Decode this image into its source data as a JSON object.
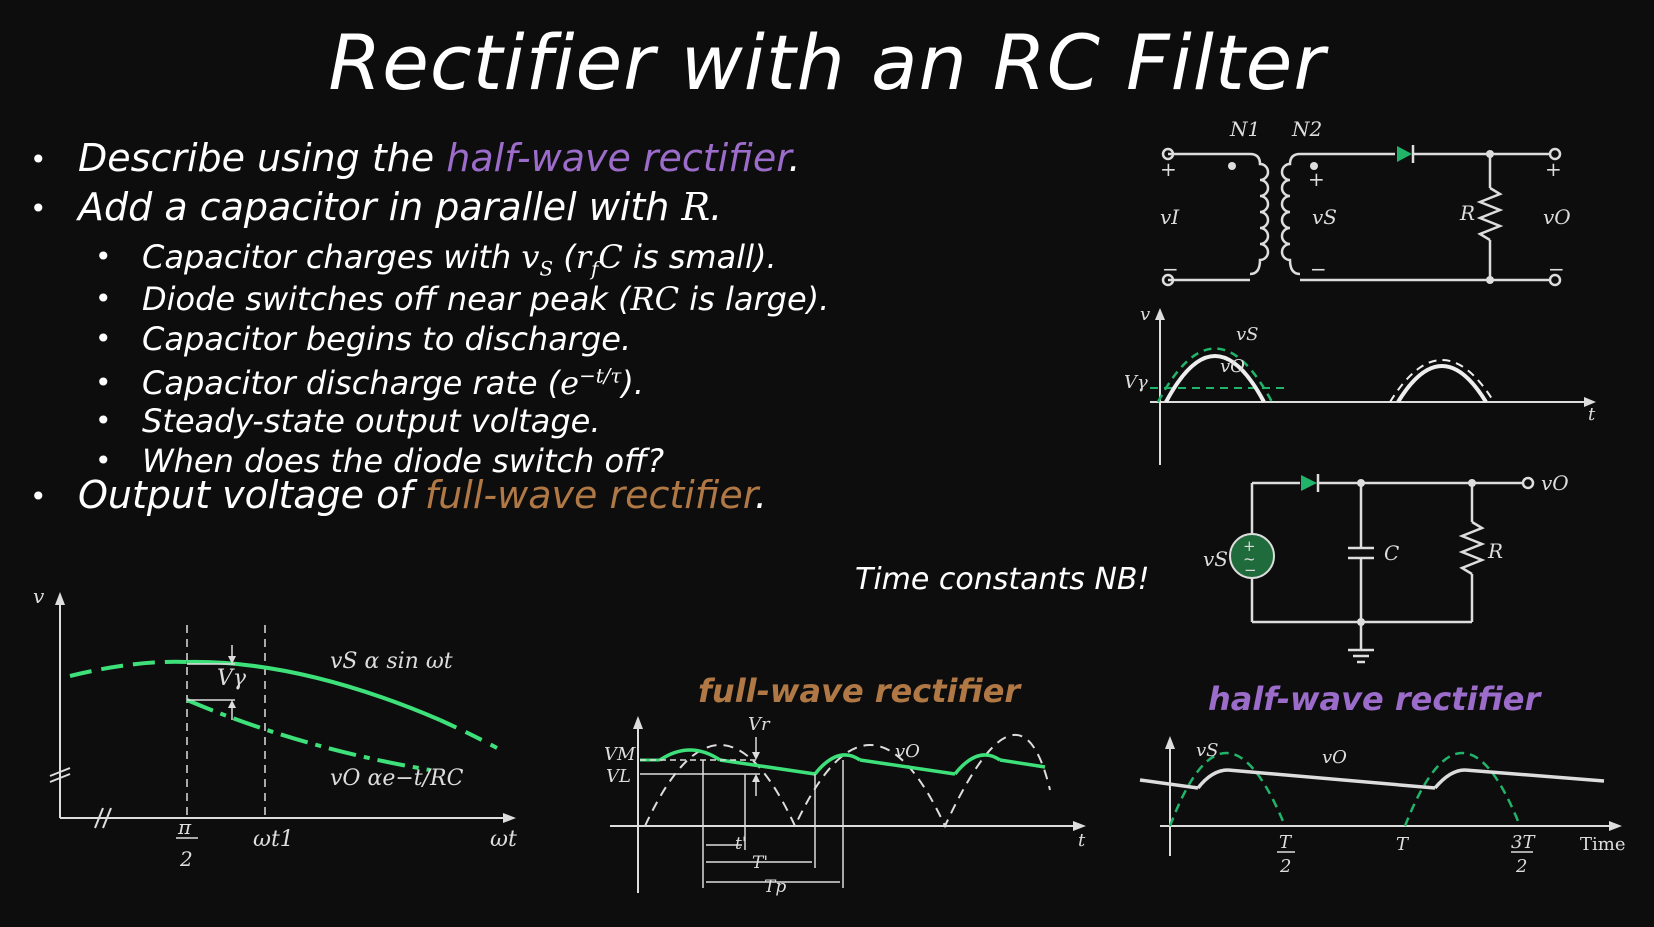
{
  "title": "Rectifier with an RC Filter",
  "bullets": {
    "b1_pre": "Describe using the ",
    "b1_hl": "half-wave rectifier",
    "b1_post": ".",
    "b2_pre": "Add a capacitor in parallel with ",
    "b2_var": "R",
    "b2_post": ".",
    "s1_pre": "Capacitor charges with ",
    "s1_var": "v",
    "s1_sub": "S",
    "s1_mid": " (",
    "s1_var2": "r",
    "s1_sub2": "f",
    "s1_var3": "C",
    "s1_post": " is small).",
    "s2_pre": "Diode switches off near peak (",
    "s2_var": "RC",
    "s2_post": " is large).",
    "s3": "Capacitor begins to discharge.",
    "s4_pre": "Capacitor discharge rate (",
    "s4_var": "e",
    "s4_sup": "−t/τ",
    "s4_post": ").",
    "s5": "Steady-state output voltage.",
    "s6": "When does the diode switch off?",
    "b3_pre": "Output voltage of ",
    "b3_hl": "full-wave rectifier",
    "b3_post": "."
  },
  "note": "Time constants NB!",
  "labels": {
    "full_wave": "full-wave rectifier",
    "half_wave": "half-wave rectifier"
  },
  "circuit1": {
    "n1": "N1",
    "n2": "N2",
    "vi": "vI",
    "vs": "vS",
    "r": "R",
    "vo": "vO",
    "plus": "+",
    "minus": "−"
  },
  "small_wave": {
    "v": "v",
    "vs": "vS",
    "vo": "vO",
    "vg": "Vγ",
    "t": "t"
  },
  "circuit2": {
    "vs": "vS",
    "c": "C",
    "r": "R",
    "vo": "vO",
    "src": "+ ~ −"
  },
  "decay_plot": {
    "v": "v",
    "vg": "Vγ",
    "vs_eq": "vS α sin ωt",
    "vo_eq": "vO αe−t/RC",
    "pi": "π",
    "two": "2",
    "wt1": "ωt1",
    "wt": "ωt"
  },
  "full_plot": {
    "vm": "VM",
    "vl": "VL",
    "vr": "Vr",
    "vo": "vO",
    "t": "t",
    "tp1": "t'",
    "tp2": "T'",
    "tp3": "Tp"
  },
  "half_plot": {
    "vs": "vS",
    "vo": "vO",
    "t2": "T",
    "two": "2",
    "t": "T",
    "t32": "3T",
    "time": "Time"
  },
  "colors": {
    "green": "#3ee07a",
    "purple": "#9b6cc9",
    "brown": "#b07845",
    "dashgreen": "#22b36a"
  }
}
